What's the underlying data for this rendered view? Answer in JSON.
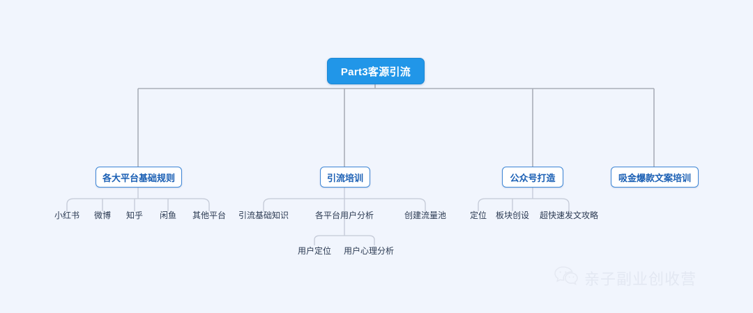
{
  "diagram": {
    "title": "Part3客源引流",
    "background_color": "#f1f5fd",
    "root_color": "#2196e8",
    "node_border_color": "#3d86d6",
    "node_text_color": "#1a5fb4",
    "edge_color": "#a9aeb8",
    "root": {
      "label": "Part3客源引流"
    },
    "branches": [
      {
        "label": "各大平台基础规则",
        "children": [
          {
            "label": "小红书"
          },
          {
            "label": "微博"
          },
          {
            "label": "知乎"
          },
          {
            "label": "闲鱼"
          },
          {
            "label": "其他平台"
          }
        ]
      },
      {
        "label": "引流培训",
        "children": [
          {
            "label": "引流基础知识"
          },
          {
            "label": "各平台用户分析",
            "children": [
              {
                "label": "用户定位"
              },
              {
                "label": "用户心理分析"
              }
            ]
          },
          {
            "label": "创建流量池"
          }
        ]
      },
      {
        "label": "公众号打造",
        "children": [
          {
            "label": "定位"
          },
          {
            "label": "板块创设"
          },
          {
            "label": "超快速发文攻略"
          }
        ]
      },
      {
        "label": "吸金爆款文案培训",
        "children": []
      }
    ]
  },
  "watermark": {
    "icon": "wechat-icon",
    "text": "亲子副业创收营"
  }
}
